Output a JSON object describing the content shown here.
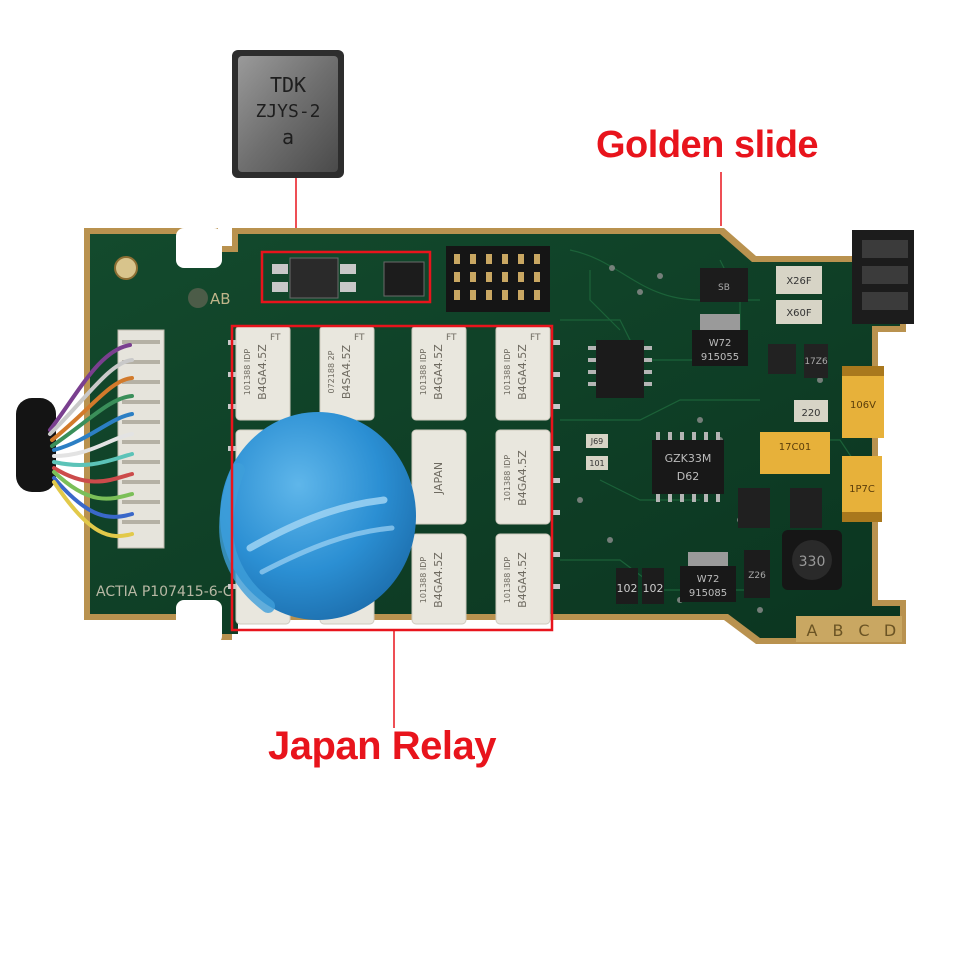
{
  "labels": {
    "golden_slide": "Golden slide",
    "japan_relay": "Japan Relay"
  },
  "chip_closeup": {
    "line1": "TDK",
    "line2": "ZJYS-2",
    "line3": "a"
  },
  "board": {
    "silkscreen": "ACTIA  P107415-6-C",
    "corner_mark": "AB",
    "edge_letters": [
      "A",
      "B",
      "C",
      "D"
    ]
  },
  "relay_text": {
    "brand": "FT",
    "origin": "JAPAN",
    "model": "B4GA4.5Z",
    "lot": "101388 IDP",
    "alt_model": "B4SA4.5Z",
    "alt_lot": "072188 2P"
  },
  "ic_text": {
    "reg_a_top": "W72",
    "reg_a_bottom": "915055",
    "reg_b_top": "W72",
    "reg_b_bottom": "915085",
    "logic_top": "GZK33M",
    "logic_bottom": "D62",
    "res_a": "102",
    "res_b": "102",
    "res_c": "220",
    "cap_a": "106V",
    "cap_b": "17C01",
    "cap_c": "1P7C",
    "coil": "330",
    "small_a": "101",
    "small_b": "J69",
    "ind_a": "Z26",
    "ind_b": "17Z6",
    "hdr_a": "X60F",
    "hdr_b": "X26F",
    "diode": "SB"
  },
  "colors": {
    "callout_red": "#e8141c",
    "pcb_green": "#0f3f26",
    "pcb_edge_gold": "#b9924f",
    "relay_white": "#e9e7de",
    "cover_blue": "#2b8fd3"
  }
}
